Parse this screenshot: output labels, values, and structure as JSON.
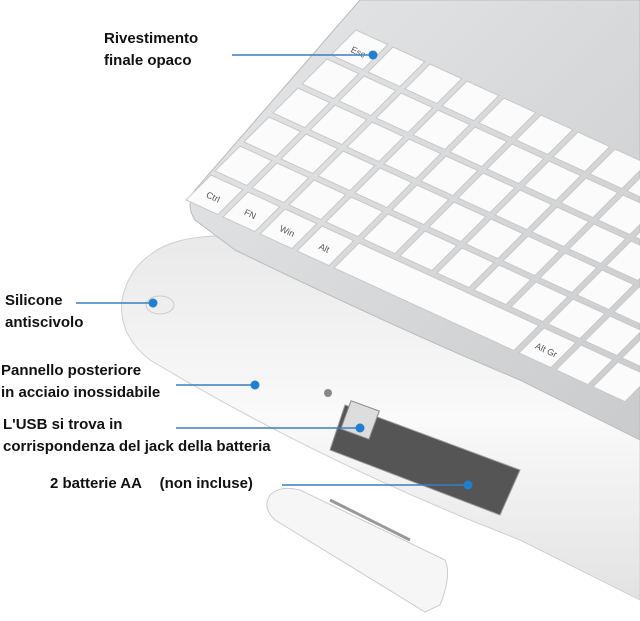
{
  "callouts": {
    "finish": {
      "line1": "Rivestimento",
      "line2": "finale opaco"
    },
    "silicone": {
      "line1": "Silicone",
      "line2": "antiscivolo"
    },
    "panel": {
      "line1": "Pannello posteriore",
      "line2": "in acciaio inossidabile"
    },
    "usb": {
      "line1": "L'USB si trova in",
      "line2": "corrispondenza del jack della batteria"
    },
    "batteries": {
      "count": "2 batterie AA",
      "note": "(non incluse)"
    }
  },
  "keys": {
    "esc": "Esc",
    "ctrl": "Ctrl",
    "fn": "FN",
    "win": "Win",
    "alt": "Alt",
    "altgr": "Alt Gr"
  },
  "colors": {
    "accent": "#1f7fd1",
    "line": "#3a7fc0",
    "frame": "#d4d6d8",
    "key": "#fbfbfb",
    "tray": "#f2f2f2"
  }
}
